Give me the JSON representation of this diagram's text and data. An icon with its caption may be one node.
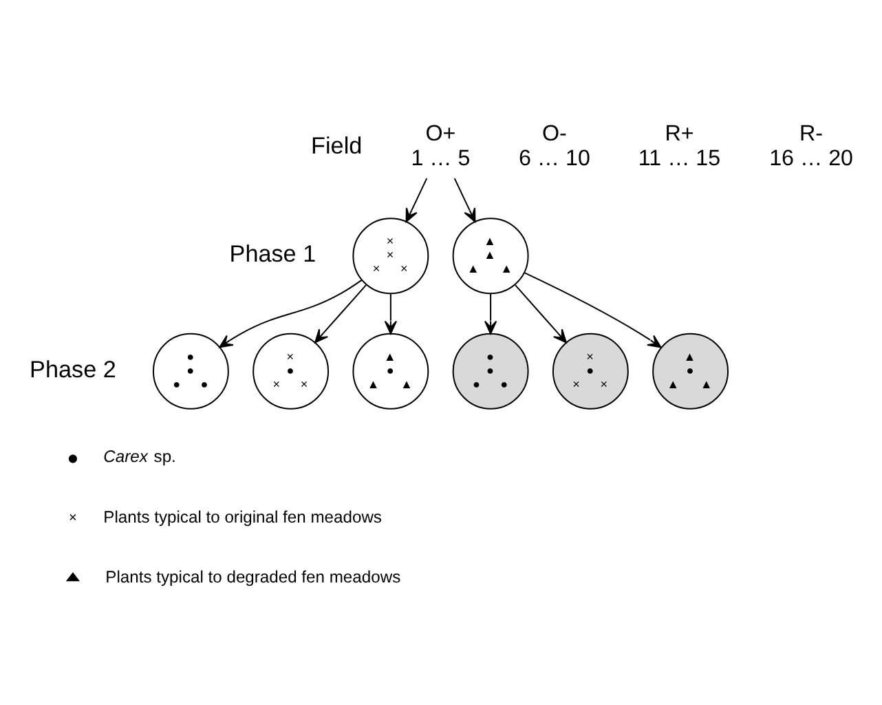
{
  "diagram": {
    "nodes": [
      {
        "text": [
          "O+",
          "1 … 5"
        ]
      },
      {
        "text": [
          "O-",
          "6 … 10"
        ]
      },
      {
        "text": [
          "R+",
          "11 … 15"
        ]
      },
      {
        "text": [
          "R-",
          "16 … 20"
        ]
      },
      {
        "text": [
          "×",
          "×",
          "×",
          "×"
        ]
      },
      {
        "text": [
          "▲",
          "▲",
          "▲",
          "▲"
        ]
      },
      {
        "text": [
          "●",
          "●",
          "●",
          "●"
        ]
      },
      {
        "text": [
          "×",
          "●",
          "×",
          "×"
        ]
      },
      {
        "text": [
          "▲",
          "●",
          "▲",
          "▲"
        ]
      },
      {
        "text": [
          "●",
          "●",
          "●",
          "●"
        ]
      },
      {
        "text": [
          "×",
          "●",
          "×",
          "×"
        ]
      },
      {
        "text": [
          "▲",
          "●",
          "▲",
          "▲"
        ]
      }
    ],
    "edges": [
      {
        "from": 0,
        "to": 4,
        "arrow": "to"
      },
      {
        "from": 0,
        "to": 5,
        "arrow": "to"
      },
      {
        "from": 4,
        "to": 6,
        "arrow": "to"
      },
      {
        "from": 4,
        "to": 7,
        "arrow": "to"
      },
      {
        "from": 4,
        "to": 8,
        "arrow": "to"
      },
      {
        "from": 5,
        "to": 9,
        "arrow": "to"
      },
      {
        "from": 5,
        "to": 10,
        "arrow": "to"
      },
      {
        "from": 5,
        "to": 11,
        "arrow": "to"
      }
    ],
    "labels": [
      "Field",
      "Phase 1",
      "Phase 2",
      "×"
    ],
    "legend": [
      {
        "text": "*Carex* sp."
      },
      {
        "text": "Plants typical to original fen meadows"
      },
      {
        "text": "Plants typical to degraded fen meadows"
      }
    ]
  }
}
